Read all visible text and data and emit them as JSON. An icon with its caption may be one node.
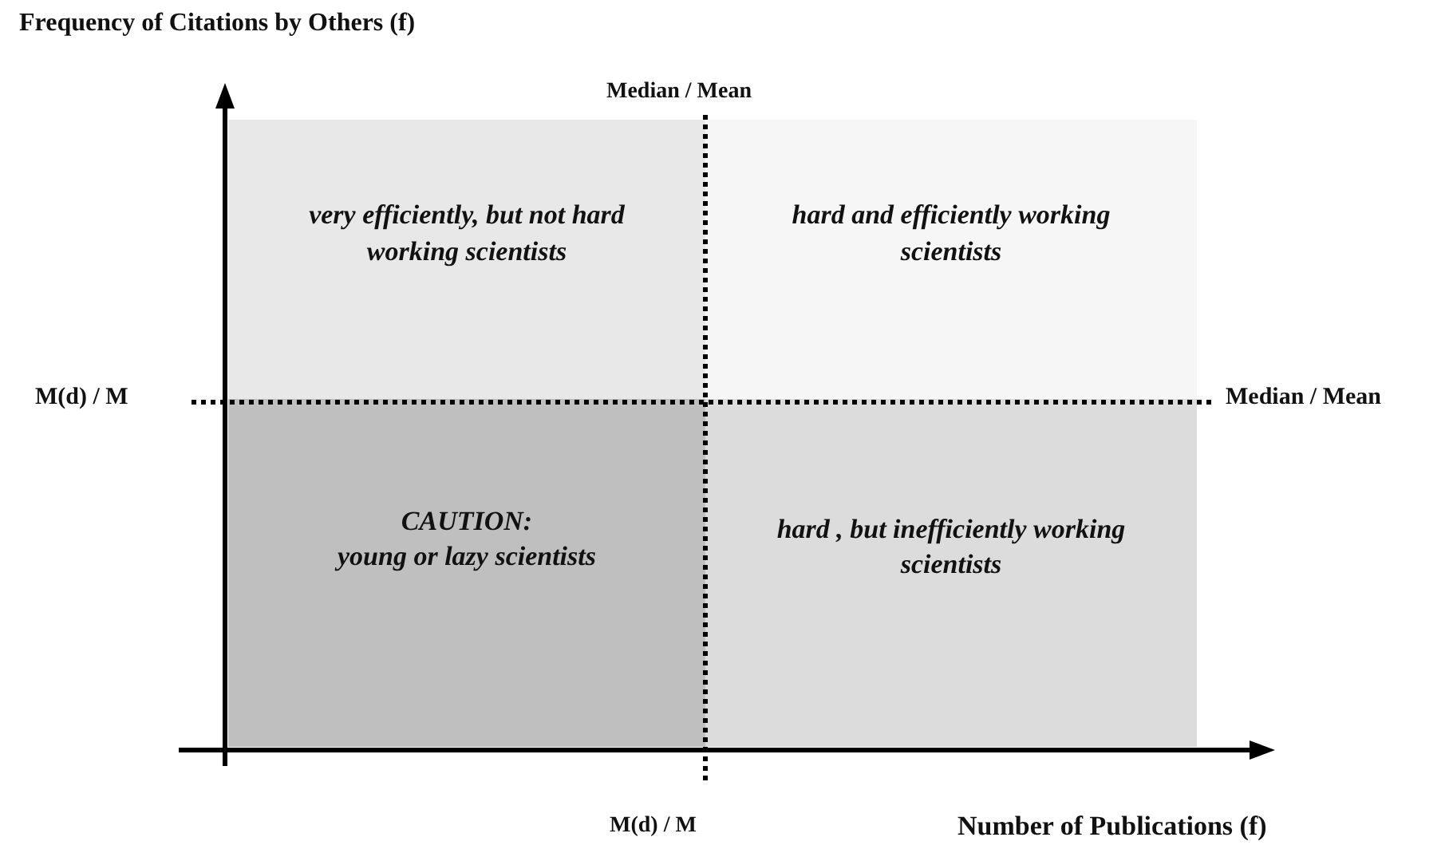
{
  "diagram": {
    "nodes": [
      {
        "text": [
          "very efficiently, but not hard working scientists"
        ]
      },
      {
        "text": [
          "hard and efficiently working scientists"
        ]
      },
      {
        "text": [
          "CAUTION:",
          "young or lazy scientists"
        ]
      },
      {
        "text": [
          "hard , but inefficiently working scientists"
        ]
      }
    ],
    "labels": [
      "Frequency of Citations by Others (f)",
      "Median / Mean",
      "M(d) / M",
      "Median / Mean",
      "M(d) / M",
      "Number of Publications (f)"
    ]
  }
}
